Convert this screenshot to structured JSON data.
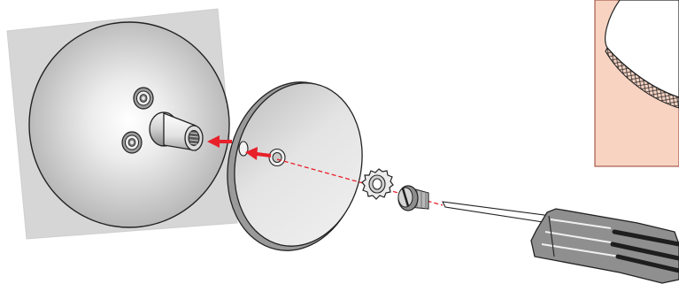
{
  "diagram": {
    "colors": {
      "background": "#ffffff",
      "wall_panel": "#d6d6d6",
      "wall_panel_edge": "#c8c8c8",
      "base_circle_light": "#f2f2f2",
      "base_circle_dark": "#b4b4b4",
      "outline": "#222222",
      "arrow": "#e8202a",
      "guide_line": "#e8202a",
      "inset_background": "#f8d3c2",
      "inset_border": "#a55a4a",
      "disc_face": "#d9d9d9",
      "disc_edge": "#9a9a9a",
      "handle_fill": "#8f8f8f",
      "handle_grooves": "#1e1e1e"
    },
    "icons": [
      "wall-panel",
      "mounting-base",
      "threaded-boss",
      "mounting-stud",
      "cover-disc",
      "lock-washer",
      "slotted-screw",
      "screwdriver",
      "detail-inset"
    ]
  }
}
